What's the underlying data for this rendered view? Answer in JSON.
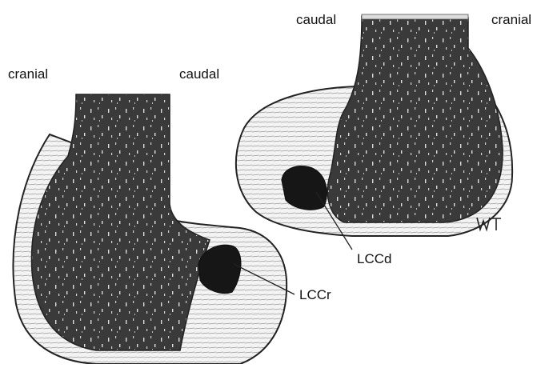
{
  "labels": {
    "cranial_left": "cranial",
    "caudal_left": "caudal",
    "caudal_right": "caudal",
    "cranial_right": "cranial",
    "lccd": "LCCd",
    "lccr": "LCCr",
    "signature": "WT"
  },
  "colors": {
    "bone_dark": "#3a3a3a",
    "cartilage": "#f2f2f2",
    "outline": "#222222",
    "background": "#ffffff"
  }
}
